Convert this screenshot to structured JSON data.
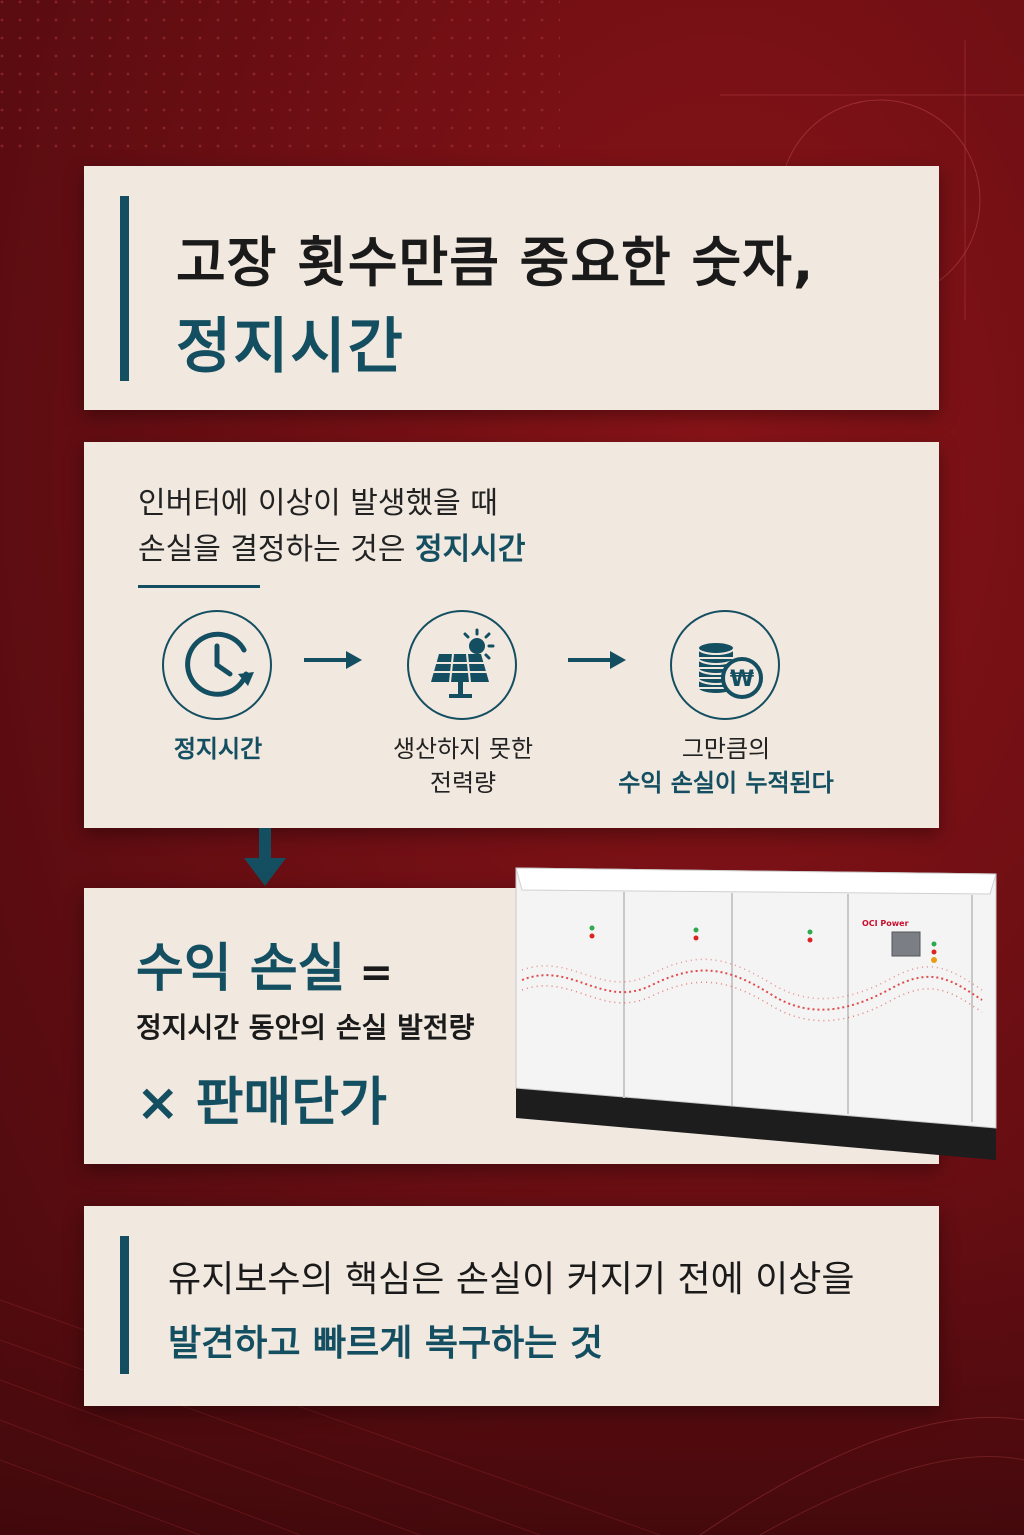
{
  "palette": {
    "background": "#6e0f14",
    "card": "#f1e8df",
    "accent": "#144f61",
    "text": "#1a1a1a"
  },
  "header": {
    "title_line1": "고장 횟수만큼 중요한 숫자,",
    "title_line2": "정지시간"
  },
  "flow": {
    "intro_line1": "인버터에 이상이 발생했을 때",
    "intro_line2_prefix": "손실을 결정하는 것은 ",
    "intro_line2_highlight": "정지시간",
    "steps": [
      {
        "icon": "clock-icon",
        "label": "정지시간"
      },
      {
        "icon": "solar-panel-icon",
        "label_line1": "생산하지 못한",
        "label_line2": "전력량"
      },
      {
        "icon": "coins-won-icon",
        "label_line1": "그만큼의",
        "label_line2": "수익 손실이 누적된다"
      }
    ]
  },
  "formula": {
    "term": "수익 손실",
    "equals": "=",
    "line2": "정지시간 동안의 손실 발전량",
    "times": "×",
    "line3": "판매단가"
  },
  "machine": {
    "brand": "OCI Power"
  },
  "core": {
    "line1": "유지보수의 핵심은 손실이 커지기 전에 이상을",
    "line2": "발견하고 빠르게 복구하는 것"
  }
}
